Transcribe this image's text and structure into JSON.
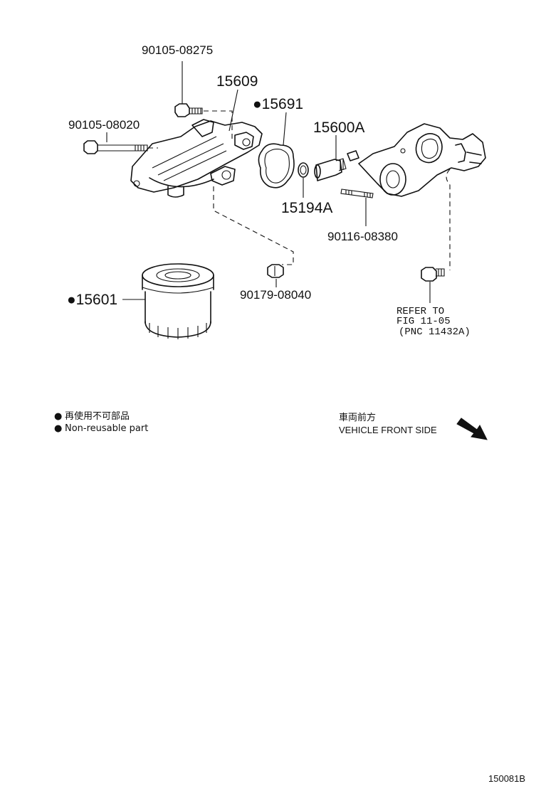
{
  "parts": {
    "bolt_upper": "90105-08275",
    "housing": "15609",
    "gasket": "●15691",
    "valve": "15600A",
    "bolt_left": "90105-08020",
    "oring": "15194A",
    "stud": "90116-08380",
    "plug": "90179-08040",
    "filter": "●15601"
  },
  "refer": {
    "line1": "REFER TO",
    "line2": "FIG 11-05",
    "line3": "(PNC 11432A)"
  },
  "legend": {
    "bullet": "●",
    "jp": "再使用不可部品",
    "en": "Non-reusable part"
  },
  "direction": {
    "jp": "車両前方",
    "en": "VEHICLE FRONT SIDE"
  },
  "figure_id": "150081B"
}
